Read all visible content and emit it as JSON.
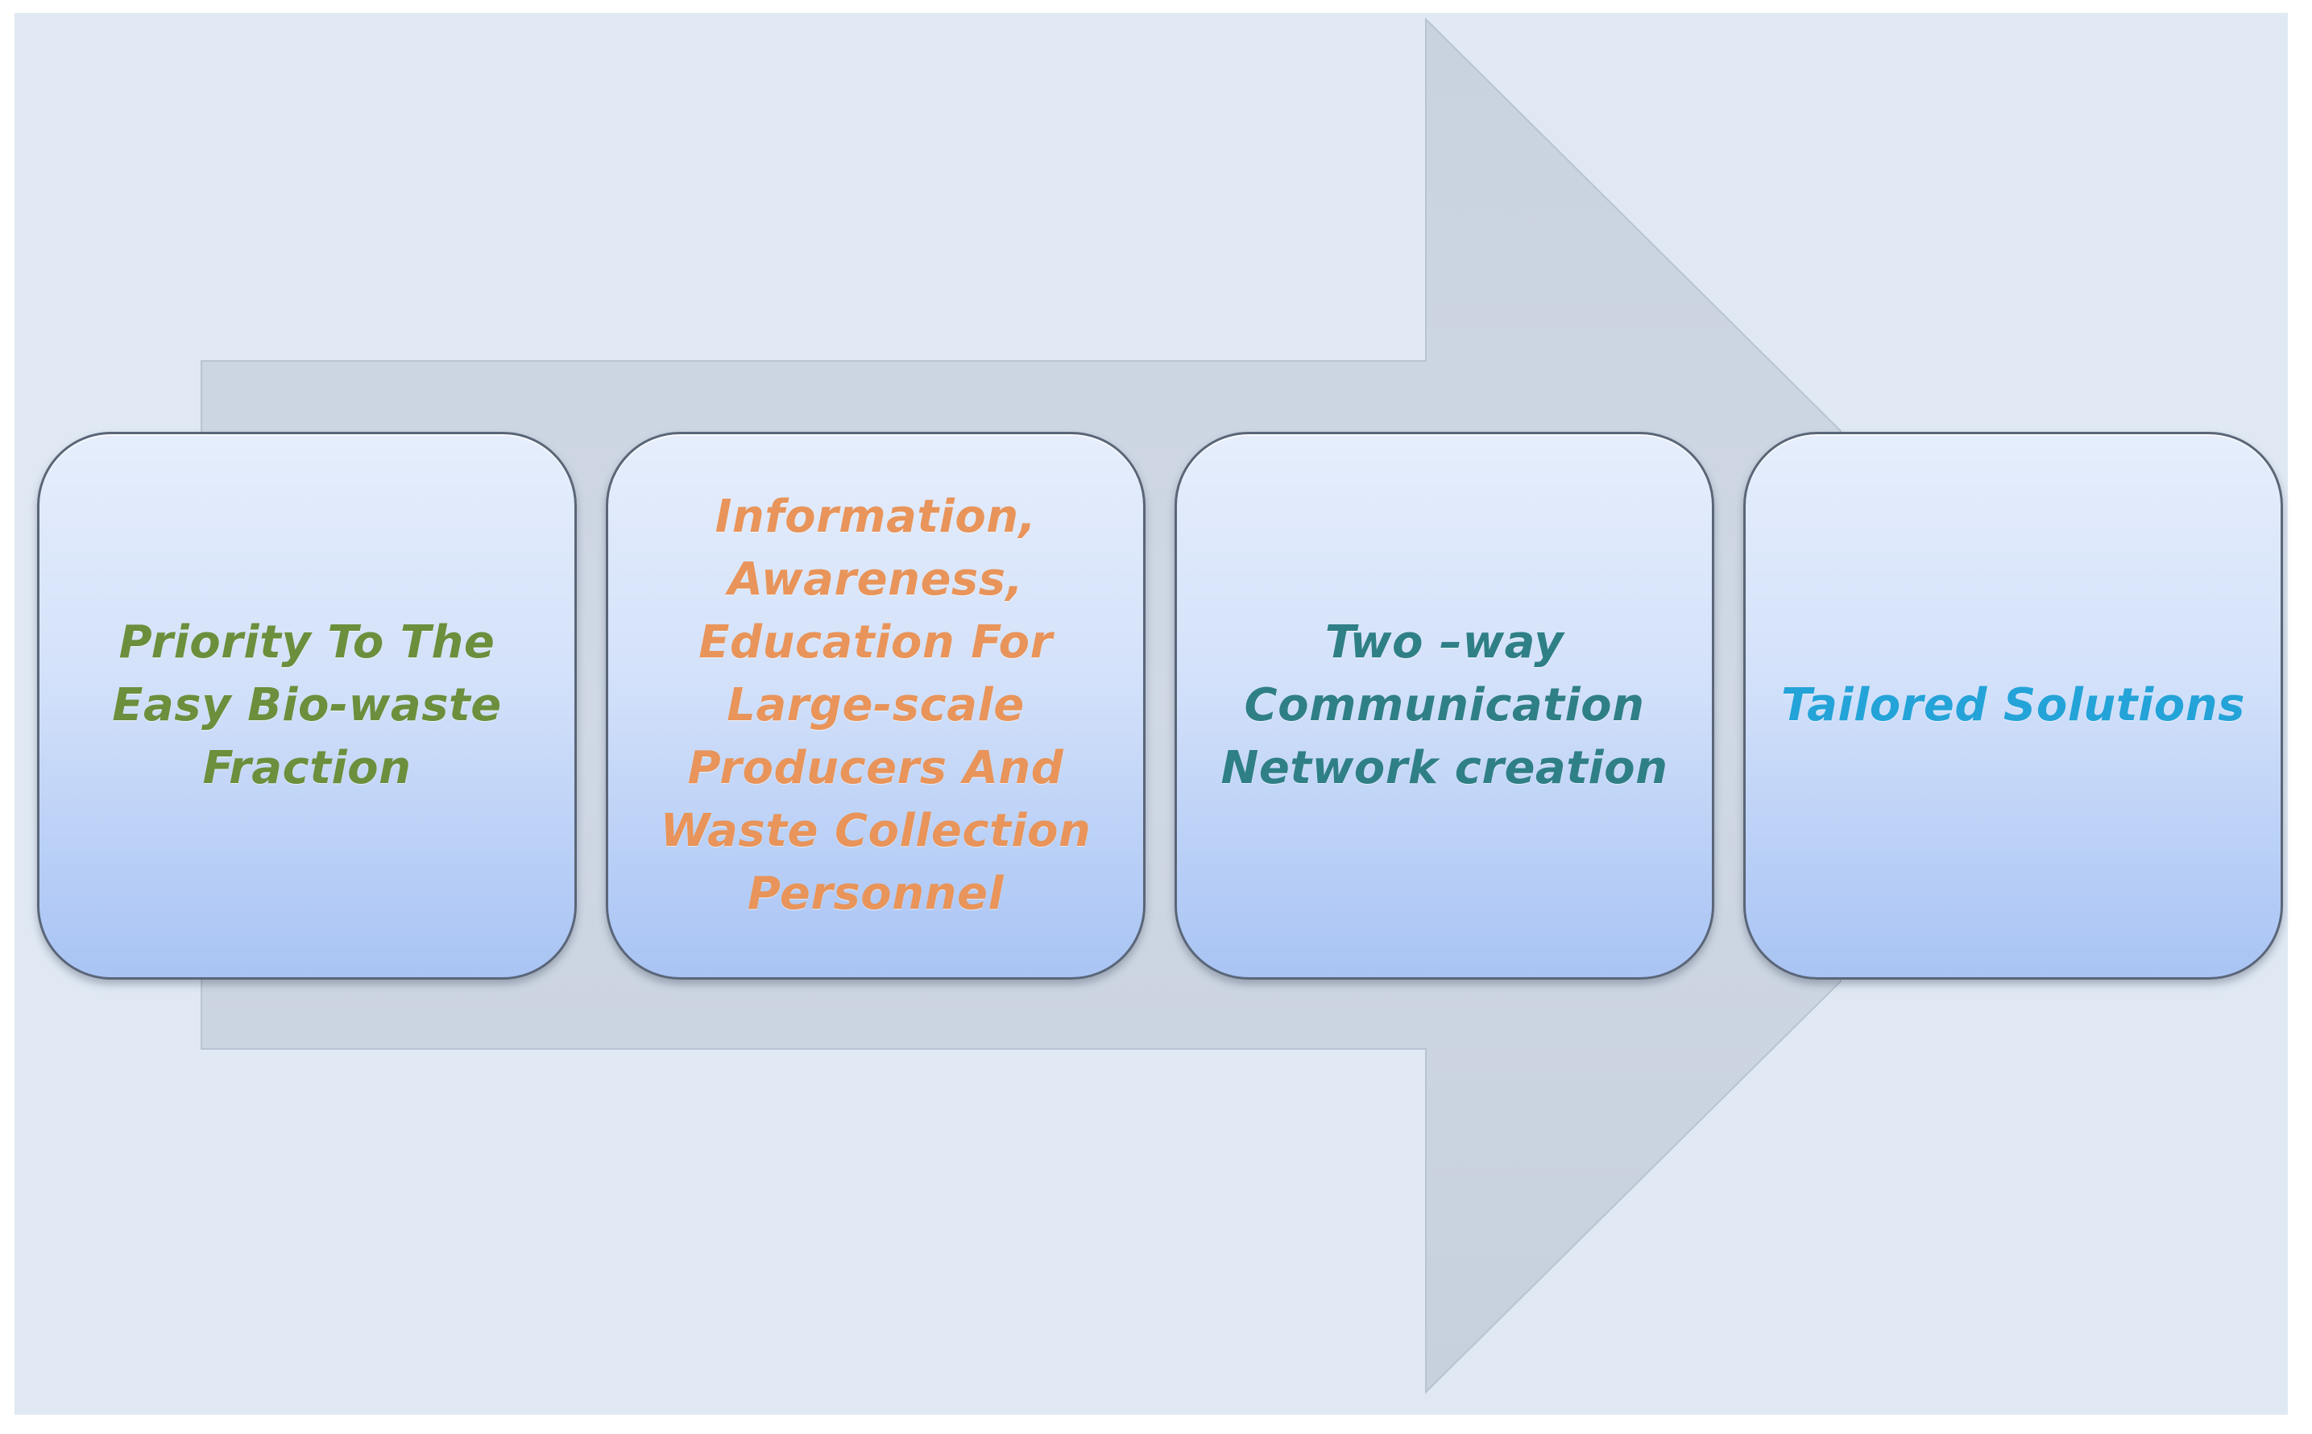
{
  "diagram": {
    "steps": [
      {
        "label": "Priority To The Easy Bio-waste Fraction",
        "color": "#6b8f3c"
      },
      {
        "label": "Information, Awareness, Education For Large-scale Producers And Waste Collection Personnel",
        "color": "#e8945a"
      },
      {
        "label": "Two –way Communication Network creation",
        "color": "#2f7f86"
      },
      {
        "label": "Tailored Solutions",
        "color": "#24a3d8"
      }
    ],
    "arrow_color": "#cbd4e1",
    "background_color": "#dfe8f3"
  }
}
